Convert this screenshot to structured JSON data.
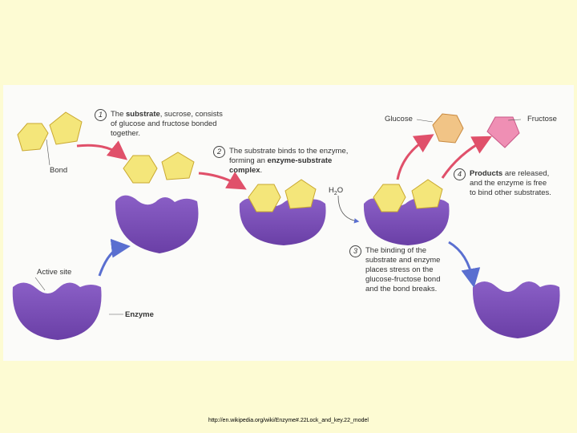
{
  "labels": {
    "bond": "Bond",
    "active_site": "Active site",
    "enzyme": "Enzyme",
    "glucose": "Glucose",
    "fructose": "Fructose",
    "h2o_main": "H",
    "h2o_sub": "2",
    "h2o_end": "O"
  },
  "steps": [
    {
      "num": "1",
      "pre": "The ",
      "bold": "substrate",
      "post": ", sucrose, consists\nof glucose and fructose bonded\ntogether."
    },
    {
      "num": "2",
      "pre": "The substrate binds to the enzyme,\nforming an ",
      "bold": "enzyme-substrate\ncomplex",
      "post": "."
    },
    {
      "num": "3",
      "pre": "The binding of the\nsubstrate and enzyme\nplaces stress on the\nglucose-fructose bond\nand the bond breaks.",
      "bold": "",
      "post": ""
    },
    {
      "num": "4",
      "pre": "",
      "bold": "Products",
      "post": " are released,\nand the enzyme is free\nto bind other substrates."
    }
  ],
  "source_url": "http://en.wikipedia.org/wiki/Enzyme#.22Lock_and_key.22_model",
  "colors": {
    "background": "#fdfbd3",
    "enzyme": "#7b4fb4",
    "substrate": "#f4e67a",
    "glucose": "#f1c486",
    "fructose": "#ef8fb4",
    "arrow_red": "#e0506a",
    "arrow_blue": "#5a6fd0"
  }
}
